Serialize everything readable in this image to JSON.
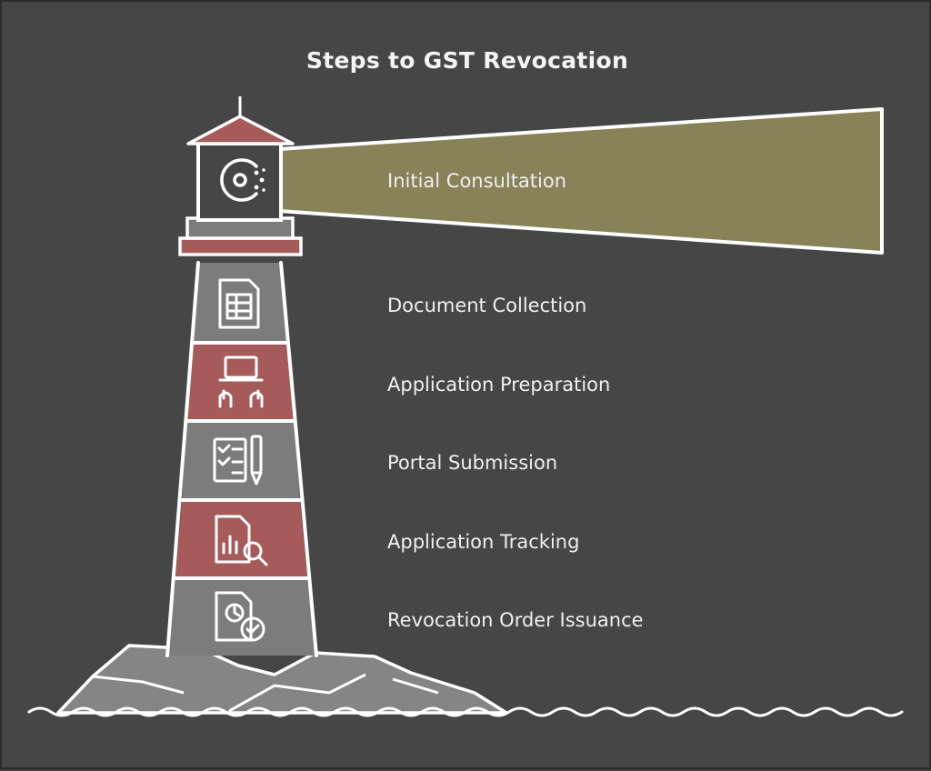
{
  "title": "Steps to GST Revocation",
  "steps": [
    {
      "label": "Initial Consultation",
      "icon": "consultation-icon"
    },
    {
      "label": "Document Collection",
      "icon": "document-icon"
    },
    {
      "label": "Application Preparation",
      "icon": "laptop-typing-icon"
    },
    {
      "label": "Portal Submission",
      "icon": "checklist-pen-icon"
    },
    {
      "label": "Application Tracking",
      "icon": "report-search-icon"
    },
    {
      "label": "Revocation Order Issuance",
      "icon": "clock-check-document-icon"
    }
  ],
  "colors": {
    "background": "#464646",
    "beam": "#878257",
    "red_band": "#a65a5a",
    "gray_band": "#7c7c7c",
    "outline": "#ffffff",
    "rocks": "#8a8a8a"
  }
}
